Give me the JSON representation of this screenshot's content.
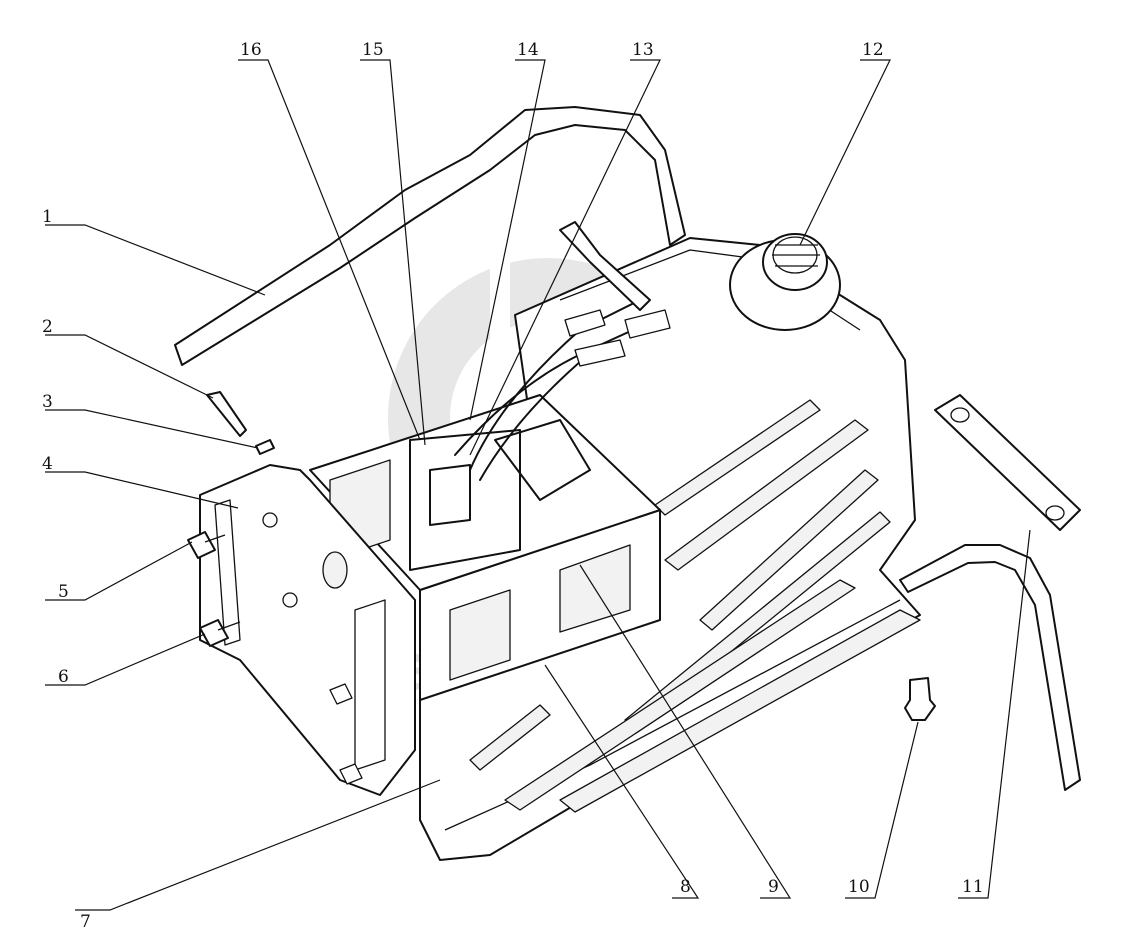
{
  "watermark": {
    "text": "data-parts",
    "color": "#cfcfcf"
  },
  "callouts": [
    {
      "id": 1,
      "label": "1"
    },
    {
      "id": 2,
      "label": "2"
    },
    {
      "id": 3,
      "label": "3"
    },
    {
      "id": 4,
      "label": "4"
    },
    {
      "id": 5,
      "label": "5"
    },
    {
      "id": 6,
      "label": "6"
    },
    {
      "id": 7,
      "label": "7"
    },
    {
      "id": 8,
      "label": "8"
    },
    {
      "id": 9,
      "label": "9"
    },
    {
      "id": 10,
      "label": "10"
    },
    {
      "id": 11,
      "label": "11"
    },
    {
      "id": 12,
      "label": "12"
    },
    {
      "id": 13,
      "label": "13"
    },
    {
      "id": 14,
      "label": "14"
    },
    {
      "id": 15,
      "label": "15"
    },
    {
      "id": 16,
      "label": "16"
    }
  ]
}
